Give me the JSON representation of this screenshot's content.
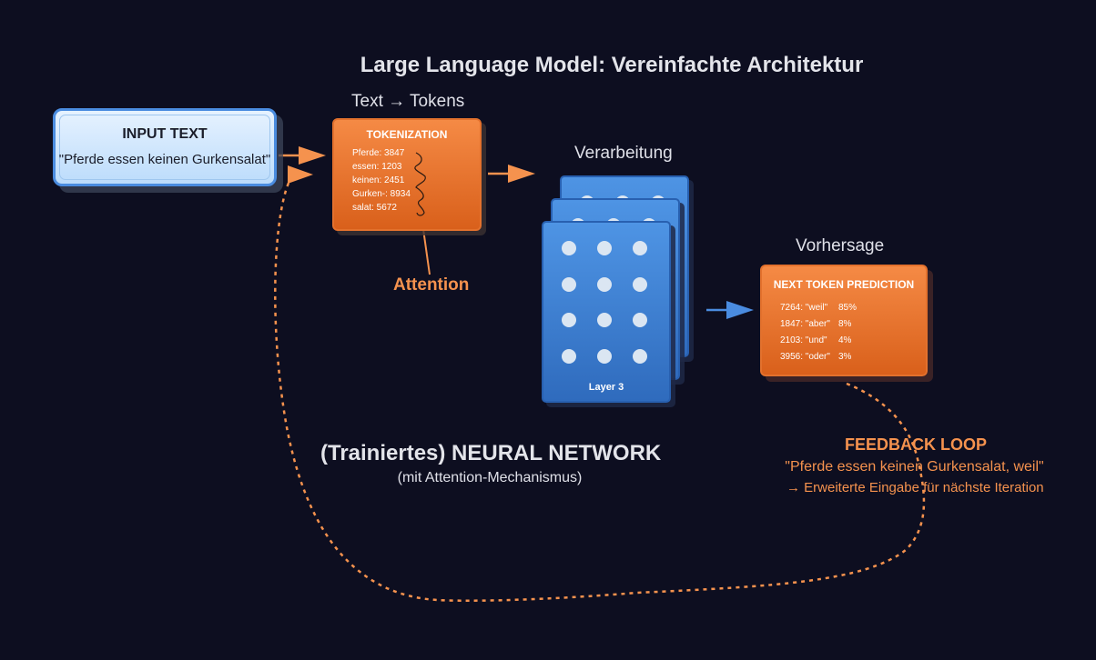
{
  "title": "Large Language Model: Vereinfachte Architektur",
  "input": {
    "title": "INPUT TEXT",
    "text": "\"Pferde essen keinen Gurkensalat\""
  },
  "tokenization": {
    "section": "Text → Tokens",
    "title": "TOKENIZATION",
    "items": [
      "Pferde: 3847",
      "essen: 1203",
      "keinen: 2451",
      "Gurken-: 8934",
      "salat: 5672"
    ]
  },
  "attention": "Attention",
  "processing": {
    "section": "Verarbeitung",
    "layer_label": "Layer 3"
  },
  "prediction": {
    "section": "Vorhersage",
    "title": "NEXT TOKEN PREDICTION",
    "items": [
      {
        "token": "7264: \"weil\"",
        "pct": "85%"
      },
      {
        "token": "1847: \"aber\"",
        "pct": "8%"
      },
      {
        "token": "2103: \"und\"",
        "pct": "4%"
      },
      {
        "token": "3956: \"oder\"",
        "pct": "3%"
      }
    ]
  },
  "network": {
    "title": "(Trainiertes) NEURAL NETWORK",
    "subtitle": "(mit Attention-Mechanismus)"
  },
  "feedback": {
    "title": "FEEDBACK LOOP",
    "text": "\"Pferde essen keinen Gurkensalat, weil\"",
    "note": "→ Erweiterte Eingabe für nächste Iteration"
  },
  "colors": {
    "background": "#0d0e20",
    "orange": "#f5924e",
    "blue": "#4a8ce0"
  }
}
